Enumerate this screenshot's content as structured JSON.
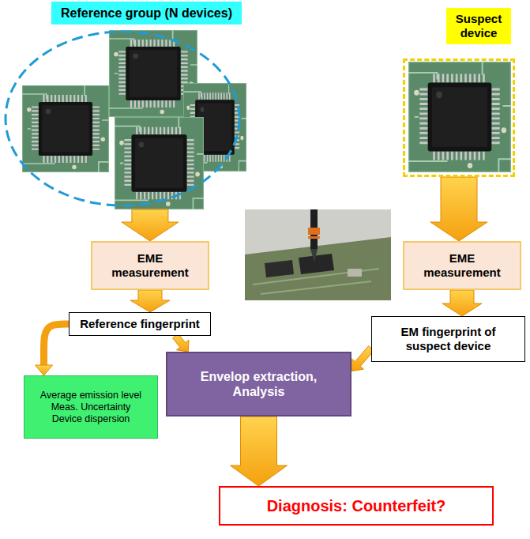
{
  "diagram": {
    "nodes": [
      {
        "text": [
          "Reference group (N devices)"
        ]
      },
      {
        "text": [
          "Suspect device"
        ]
      },
      {
        "text": [
          "EME measurement"
        ]
      },
      {
        "text": [
          "EME measurement"
        ]
      },
      {
        "text": [
          "Reference fingerprint"
        ]
      },
      {
        "text": [
          "EM fingerprint of suspect device"
        ]
      },
      {
        "text": [
          "Average emission level",
          "Meas. Uncertainty",
          "Device dispersion"
        ]
      },
      {
        "text": [
          "Envelop extraction, Analysis"
        ]
      },
      {
        "text": [
          "Diagnosis: Counterfeit?"
        ]
      }
    ],
    "edges": [
      {
        "from": 0,
        "to": 2,
        "arrow": "to"
      },
      {
        "from": 1,
        "to": 3,
        "arrow": "to"
      },
      {
        "from": 2,
        "to": 4,
        "arrow": "to"
      },
      {
        "from": 3,
        "to": 5,
        "arrow": "to"
      },
      {
        "from": 4,
        "to": 6,
        "arrow": "to"
      },
      {
        "from": 4,
        "to": 7,
        "arrow": "to"
      },
      {
        "from": 5,
        "to": 7,
        "arrow": "to"
      },
      {
        "from": 7,
        "to": 8,
        "arrow": "to"
      }
    ]
  }
}
